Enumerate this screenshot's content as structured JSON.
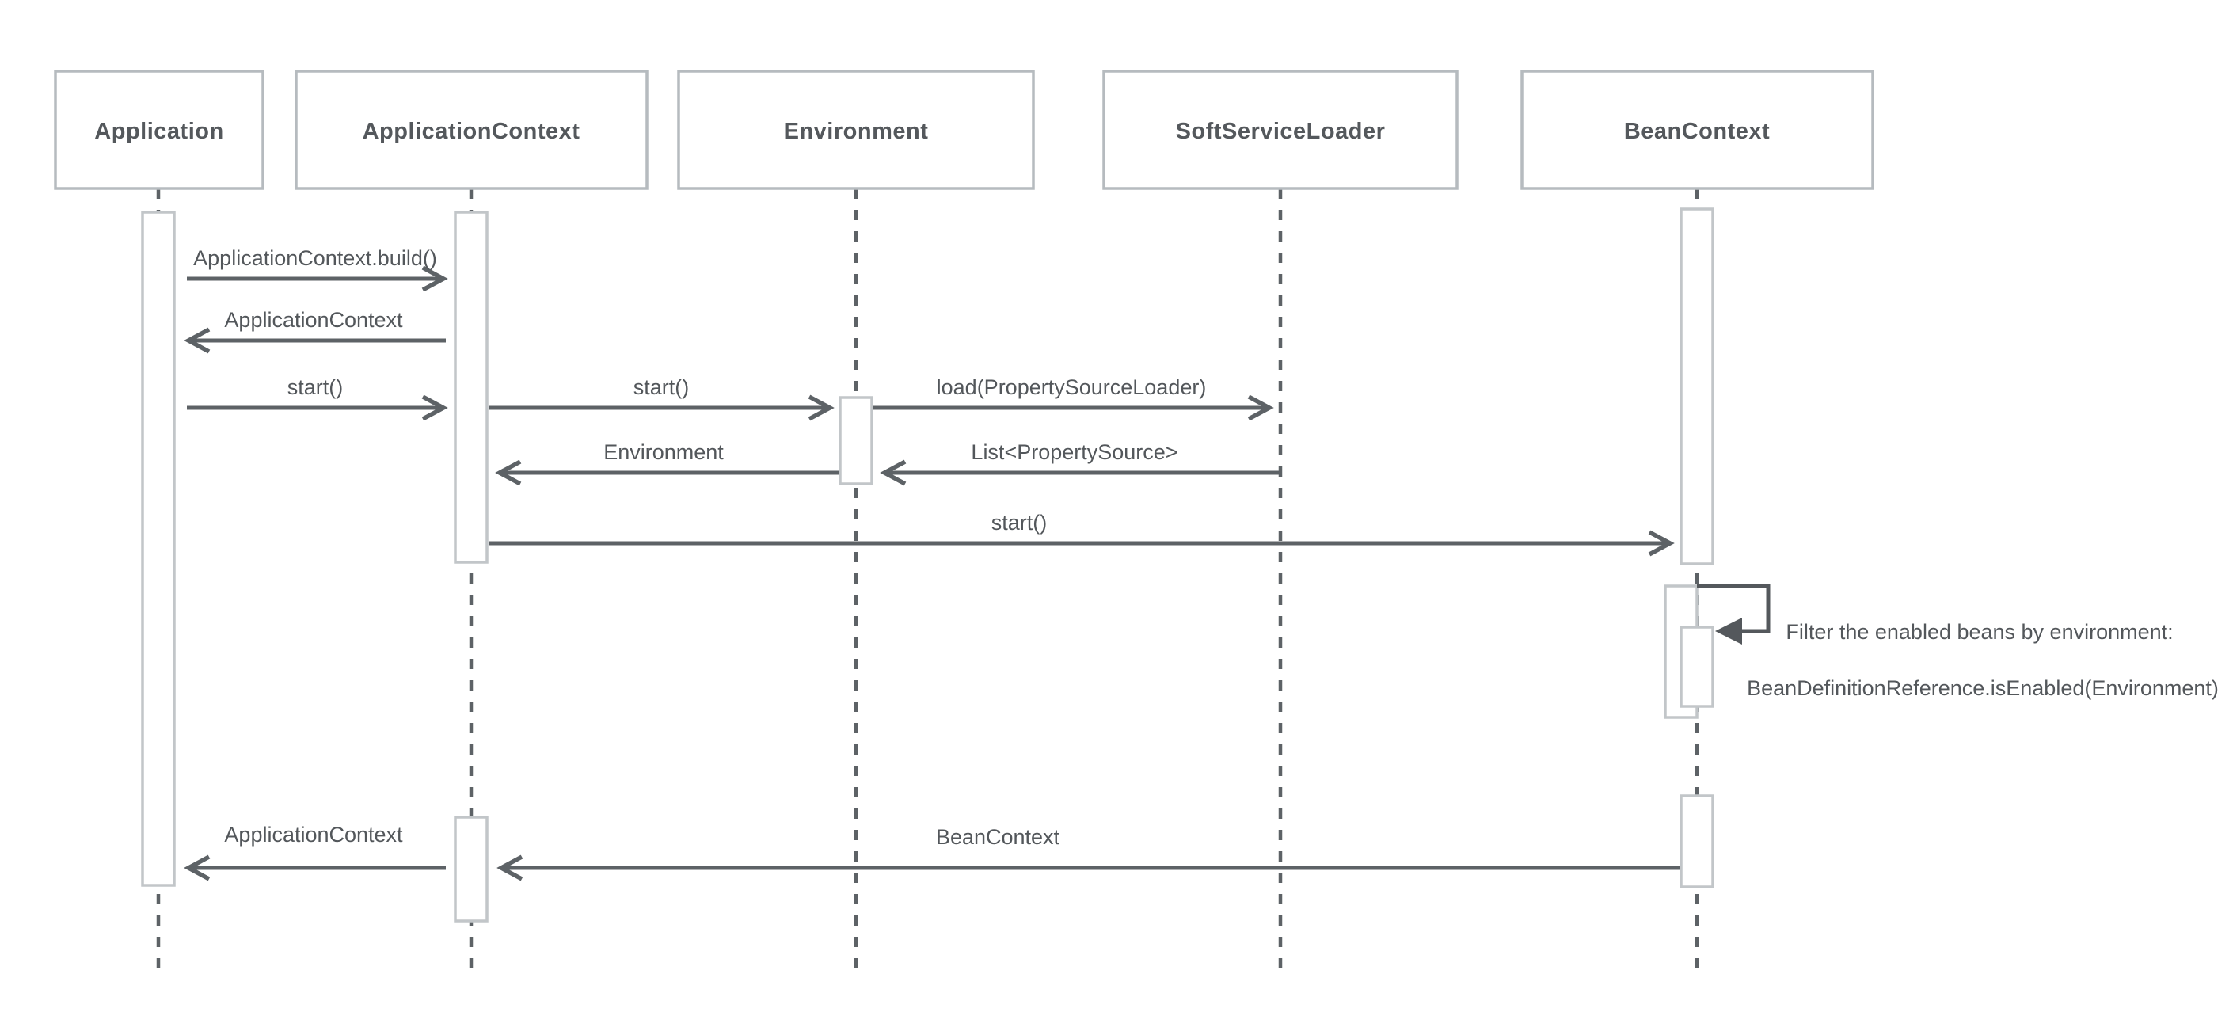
{
  "diagram": {
    "type": "uml-sequence-diagram",
    "background": "#ffffff",
    "colors": {
      "participant_box_border": "#b6bbbf",
      "activation_bar_border": "#c2c6c9",
      "lifeline": "#5d6266",
      "arrow": "#5d6266",
      "self_call_arrow": "#54585c",
      "text": "#53575b"
    },
    "participants": [
      {
        "name": "Application"
      },
      {
        "name": "ApplicationContext"
      },
      {
        "name": "Environment"
      },
      {
        "name": "SoftServiceLoader"
      },
      {
        "name": "BeanContext"
      }
    ],
    "messages": [
      {
        "label": "ApplicationContext.build()",
        "from": "Application",
        "to": "ApplicationContext",
        "direction": "right"
      },
      {
        "label": "ApplicationContext",
        "from": "ApplicationContext",
        "to": "Application",
        "direction": "left"
      },
      {
        "label": "start()",
        "from": "Application",
        "to": "ApplicationContext",
        "direction": "right"
      },
      {
        "label": "start()",
        "from": "ApplicationContext",
        "to": "Environment",
        "direction": "right"
      },
      {
        "label": "load(PropertySourceLoader)",
        "from": "Environment",
        "to": "SoftServiceLoader",
        "direction": "right"
      },
      {
        "label": "Environment",
        "from": "Environment",
        "to": "ApplicationContext",
        "direction": "left"
      },
      {
        "label": "List<PropertySource>",
        "from": "SoftServiceLoader",
        "to": "Environment",
        "direction": "left"
      },
      {
        "label": "start()",
        "from": "ApplicationContext",
        "to": "BeanContext",
        "direction": "right"
      },
      {
        "label": "BeanContext",
        "from": "BeanContext",
        "to": "ApplicationContext",
        "direction": "left"
      },
      {
        "label": "ApplicationContext",
        "from": "ApplicationContext",
        "to": "Application",
        "direction": "left"
      }
    ],
    "self_call": {
      "participant": "BeanContext",
      "note_line1": "Filter the enabled beans by environment:",
      "note_line2": "BeanDefinitionReference.isEnabled(Environment)"
    }
  }
}
